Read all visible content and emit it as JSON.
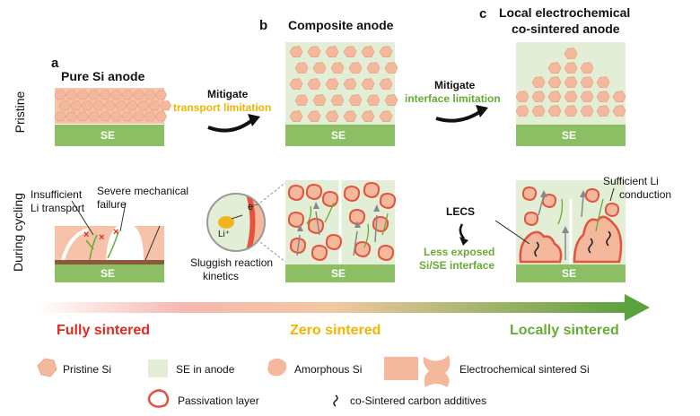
{
  "panels": {
    "a": {
      "letter": "a",
      "title": "Pure Si anode"
    },
    "b": {
      "letter": "b",
      "title": "Composite anode"
    },
    "c": {
      "letter": "c",
      "title_line1": "Local electrochemical",
      "title_line2": "co-sintered anode"
    }
  },
  "rows": {
    "pristine": "Pristine",
    "cycling": "During cycling"
  },
  "se_label": "SE",
  "mitigate": {
    "word": "Mitigate",
    "transport": "transport limitation",
    "interface": "interface limitation"
  },
  "annotations": {
    "insufficient_1": "Insufficient",
    "insufficient_2": "Li transport",
    "severe_1": "Severe mechanical",
    "severe_2": "failure",
    "sluggish_1": "Sluggish reaction",
    "sluggish_2": "kinetics",
    "electron": "e⁻",
    "li_ion": "Li⁺",
    "lecs": "LECS",
    "less_exposed_1": "Less exposed",
    "less_exposed_2": "Si/SE interface",
    "sufficient_1": "Sufficient Li",
    "sufficient_2": "conduction"
  },
  "gradient": {
    "fully": "Fully sintered",
    "zero": "Zero sintered",
    "locally": "Locally sintered"
  },
  "legend": {
    "pristine_si": "Pristine Si",
    "se_in_anode": "SE in anode",
    "amorphous_si": "Amorphous Si",
    "sintered_si": "Electrochemical sintered Si",
    "passivation": "Passivation layer",
    "carbon": "co-Sintered carbon additives"
  },
  "colors": {
    "se_green": "#8cbf63",
    "se_anode_bg": "#e3eed6",
    "si_peach": "#f4b99c",
    "si_outline": "#e4533e",
    "red": "#e02a1f",
    "orange": "#f4b400",
    "green_text": "#6aaa34"
  }
}
